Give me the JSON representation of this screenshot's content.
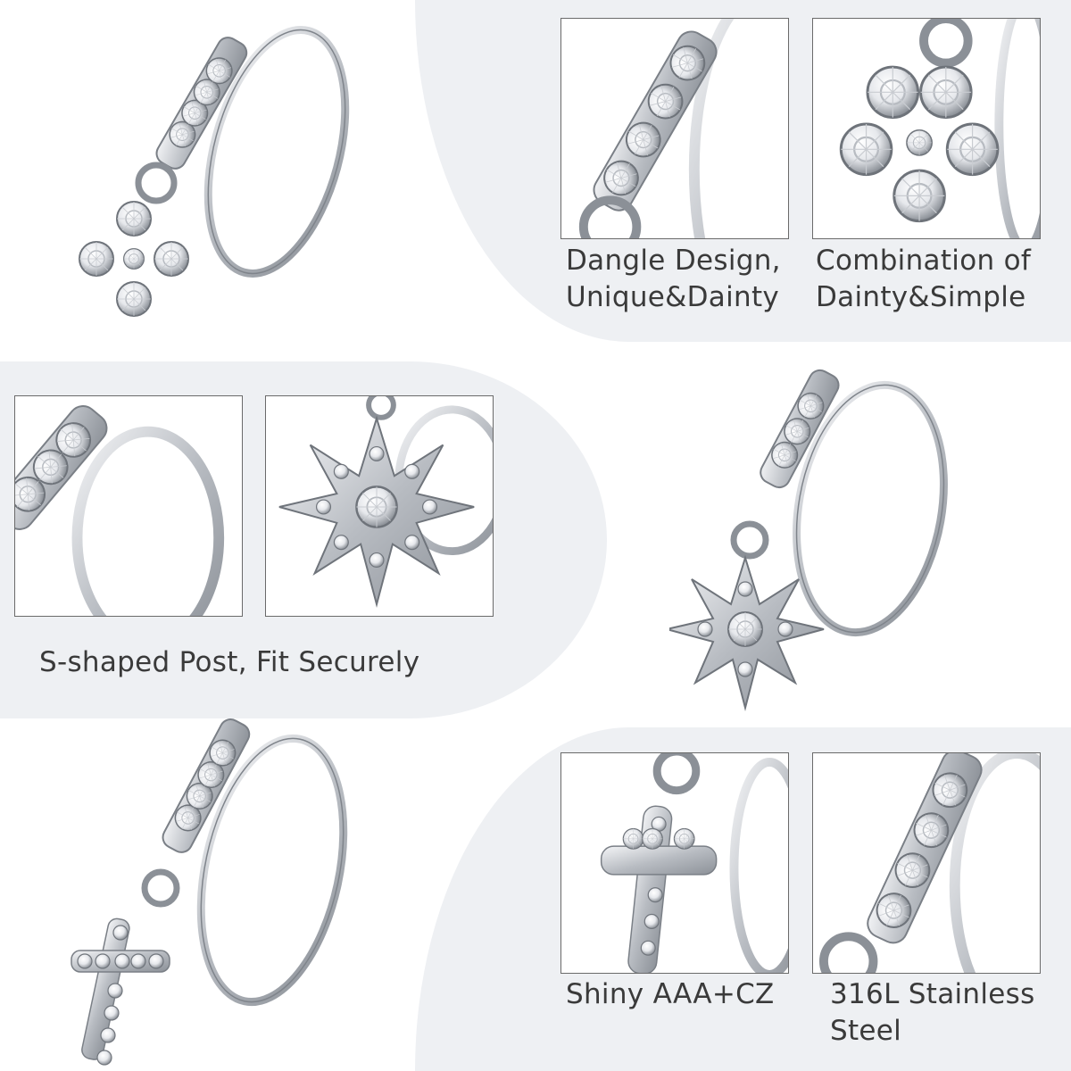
{
  "captions": {
    "dangle": [
      "Dangle Design,",
      "Unique&Dainty"
    ],
    "combination": [
      "Combination of",
      "Dainty&Simple"
    ],
    "post": [
      "S-shaped Post, Fit Securely"
    ],
    "shiny": [
      "Shiny AAA+CZ"
    ],
    "steel": [
      "316L Stainless",
      "Steel"
    ]
  },
  "colors": {
    "panel_background": "#eef0f3",
    "photo_border": "#6a6a6a",
    "metal": "#c9ccd0",
    "text": "#3a3a3a"
  },
  "icons": {
    "flower_ring": "flower-charm-nose-ring",
    "star_ring": "star-charm-nose-ring",
    "cross_ring": "cross-charm-nose-ring"
  }
}
